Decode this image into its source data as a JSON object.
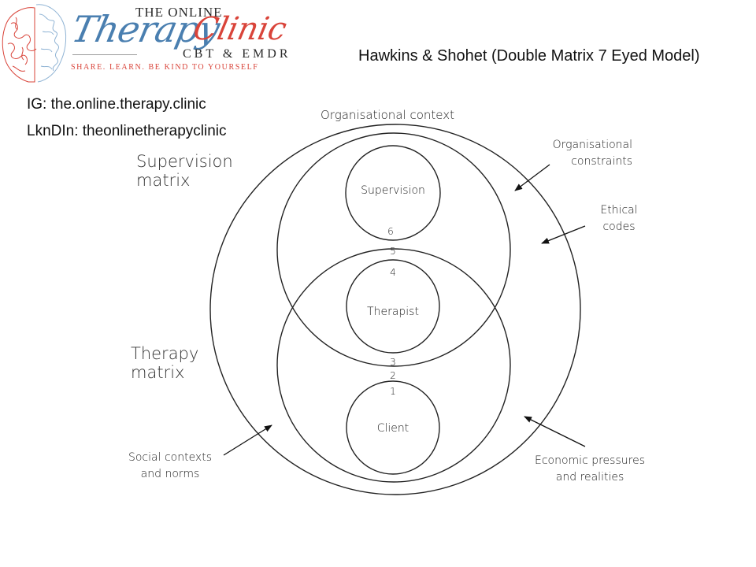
{
  "header": {
    "logo": {
      "line1": "THE ONLINE",
      "word_therapy": "Therapy",
      "word_clinic": "Clinic",
      "subtitle": "CBT & EMDR",
      "tagline": "SHARE. LEARN. BE KIND TO YOURSELF",
      "colors": {
        "blue": "#4a7fb0",
        "red": "#d9443a"
      }
    },
    "title": "Hawkins & Shohet (Double Matrix 7 Eyed Model)"
  },
  "social": {
    "instagram": "IG: the.online.therapy.clinic",
    "linkedin": "LknDIn: theonlinetherapyclinic"
  },
  "diagram": {
    "outer_label": "Organisational context",
    "matrices": {
      "supervision": {
        "line1": "Supervision",
        "line2": "matrix"
      },
      "therapy": {
        "line1": "Therapy",
        "line2": "matrix"
      }
    },
    "circles": {
      "supervision": "Supervision",
      "therapist": "Therapist",
      "client": "Client"
    },
    "eyes": [
      "1",
      "2",
      "3",
      "4",
      "5",
      "6"
    ],
    "annotations": {
      "org_constraints": {
        "line1": "Organisational",
        "line2": "constraints"
      },
      "ethical_codes": {
        "line1": "Ethical",
        "line2": "codes"
      },
      "social_contexts": {
        "line1": "Social contexts",
        "line2": "and norms"
      },
      "economic": {
        "line1": "Economic pressures",
        "line2": "and realities"
      }
    }
  }
}
